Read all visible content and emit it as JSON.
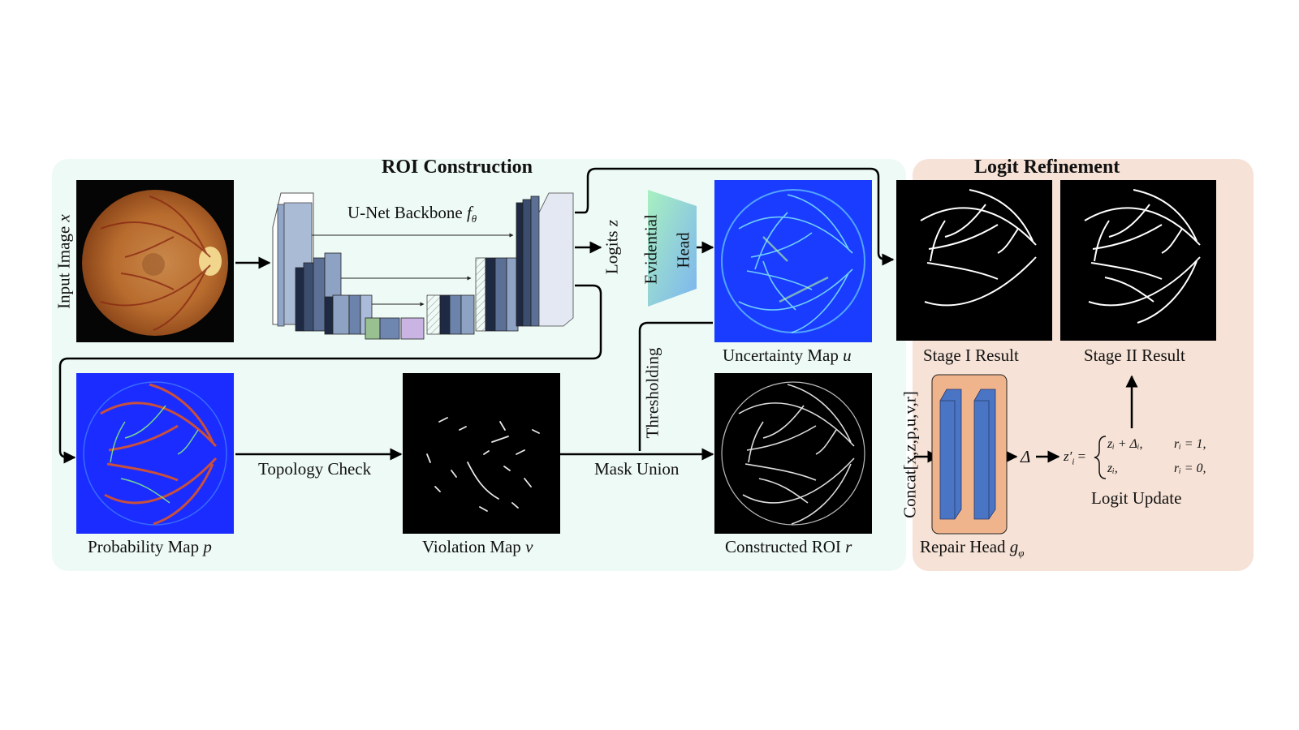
{
  "sections": {
    "roi_title": "ROI Construction",
    "refine_title": "Logit Refinement"
  },
  "labels": {
    "input_image": "Input Image",
    "input_image_var": "x",
    "unet": "U-Net Backbone",
    "unet_var": "f",
    "unet_sub": "θ",
    "logits": "Logits",
    "logits_var": "z",
    "evidential_1": "Evidential",
    "evidential_2": "Head",
    "uncertainty": "Uncertainty Map",
    "uncertainty_var": "u",
    "probability": "Probability Map",
    "probability_var": "p",
    "topology": "Topology Check",
    "violation": "Violation Map",
    "violation_var": "v",
    "mask_union": "Mask Union",
    "thresholding": "Thresholding",
    "constructed": "Constructed ROI",
    "constructed_var": "r",
    "stage1": "Stage I Result",
    "stage2": "Stage II Result",
    "concat": "Concat[x,z,p,u,v,r]",
    "repair": "Repair Head",
    "repair_var": "g",
    "repair_sub": "φ",
    "delta": "Δ",
    "logit_update": "Logit Update"
  },
  "equation": {
    "lhs": "z′",
    "lhs_sub": "i",
    "eq": "=",
    "case1_expr": "zᵢ + Δᵢ,",
    "case1_cond": "rᵢ = 1,",
    "case2_expr": "zᵢ,",
    "case2_cond": "rᵢ = 0,"
  },
  "colors": {
    "panel_left": "#eefaf6",
    "panel_right": "#f6e2d6",
    "map_blue": "#1a2cff",
    "vessel_red": "#c8503c",
    "fundus_orange": "#c8782e",
    "repair_box": "#f0b48c",
    "repair_block": "#4a74c4"
  }
}
